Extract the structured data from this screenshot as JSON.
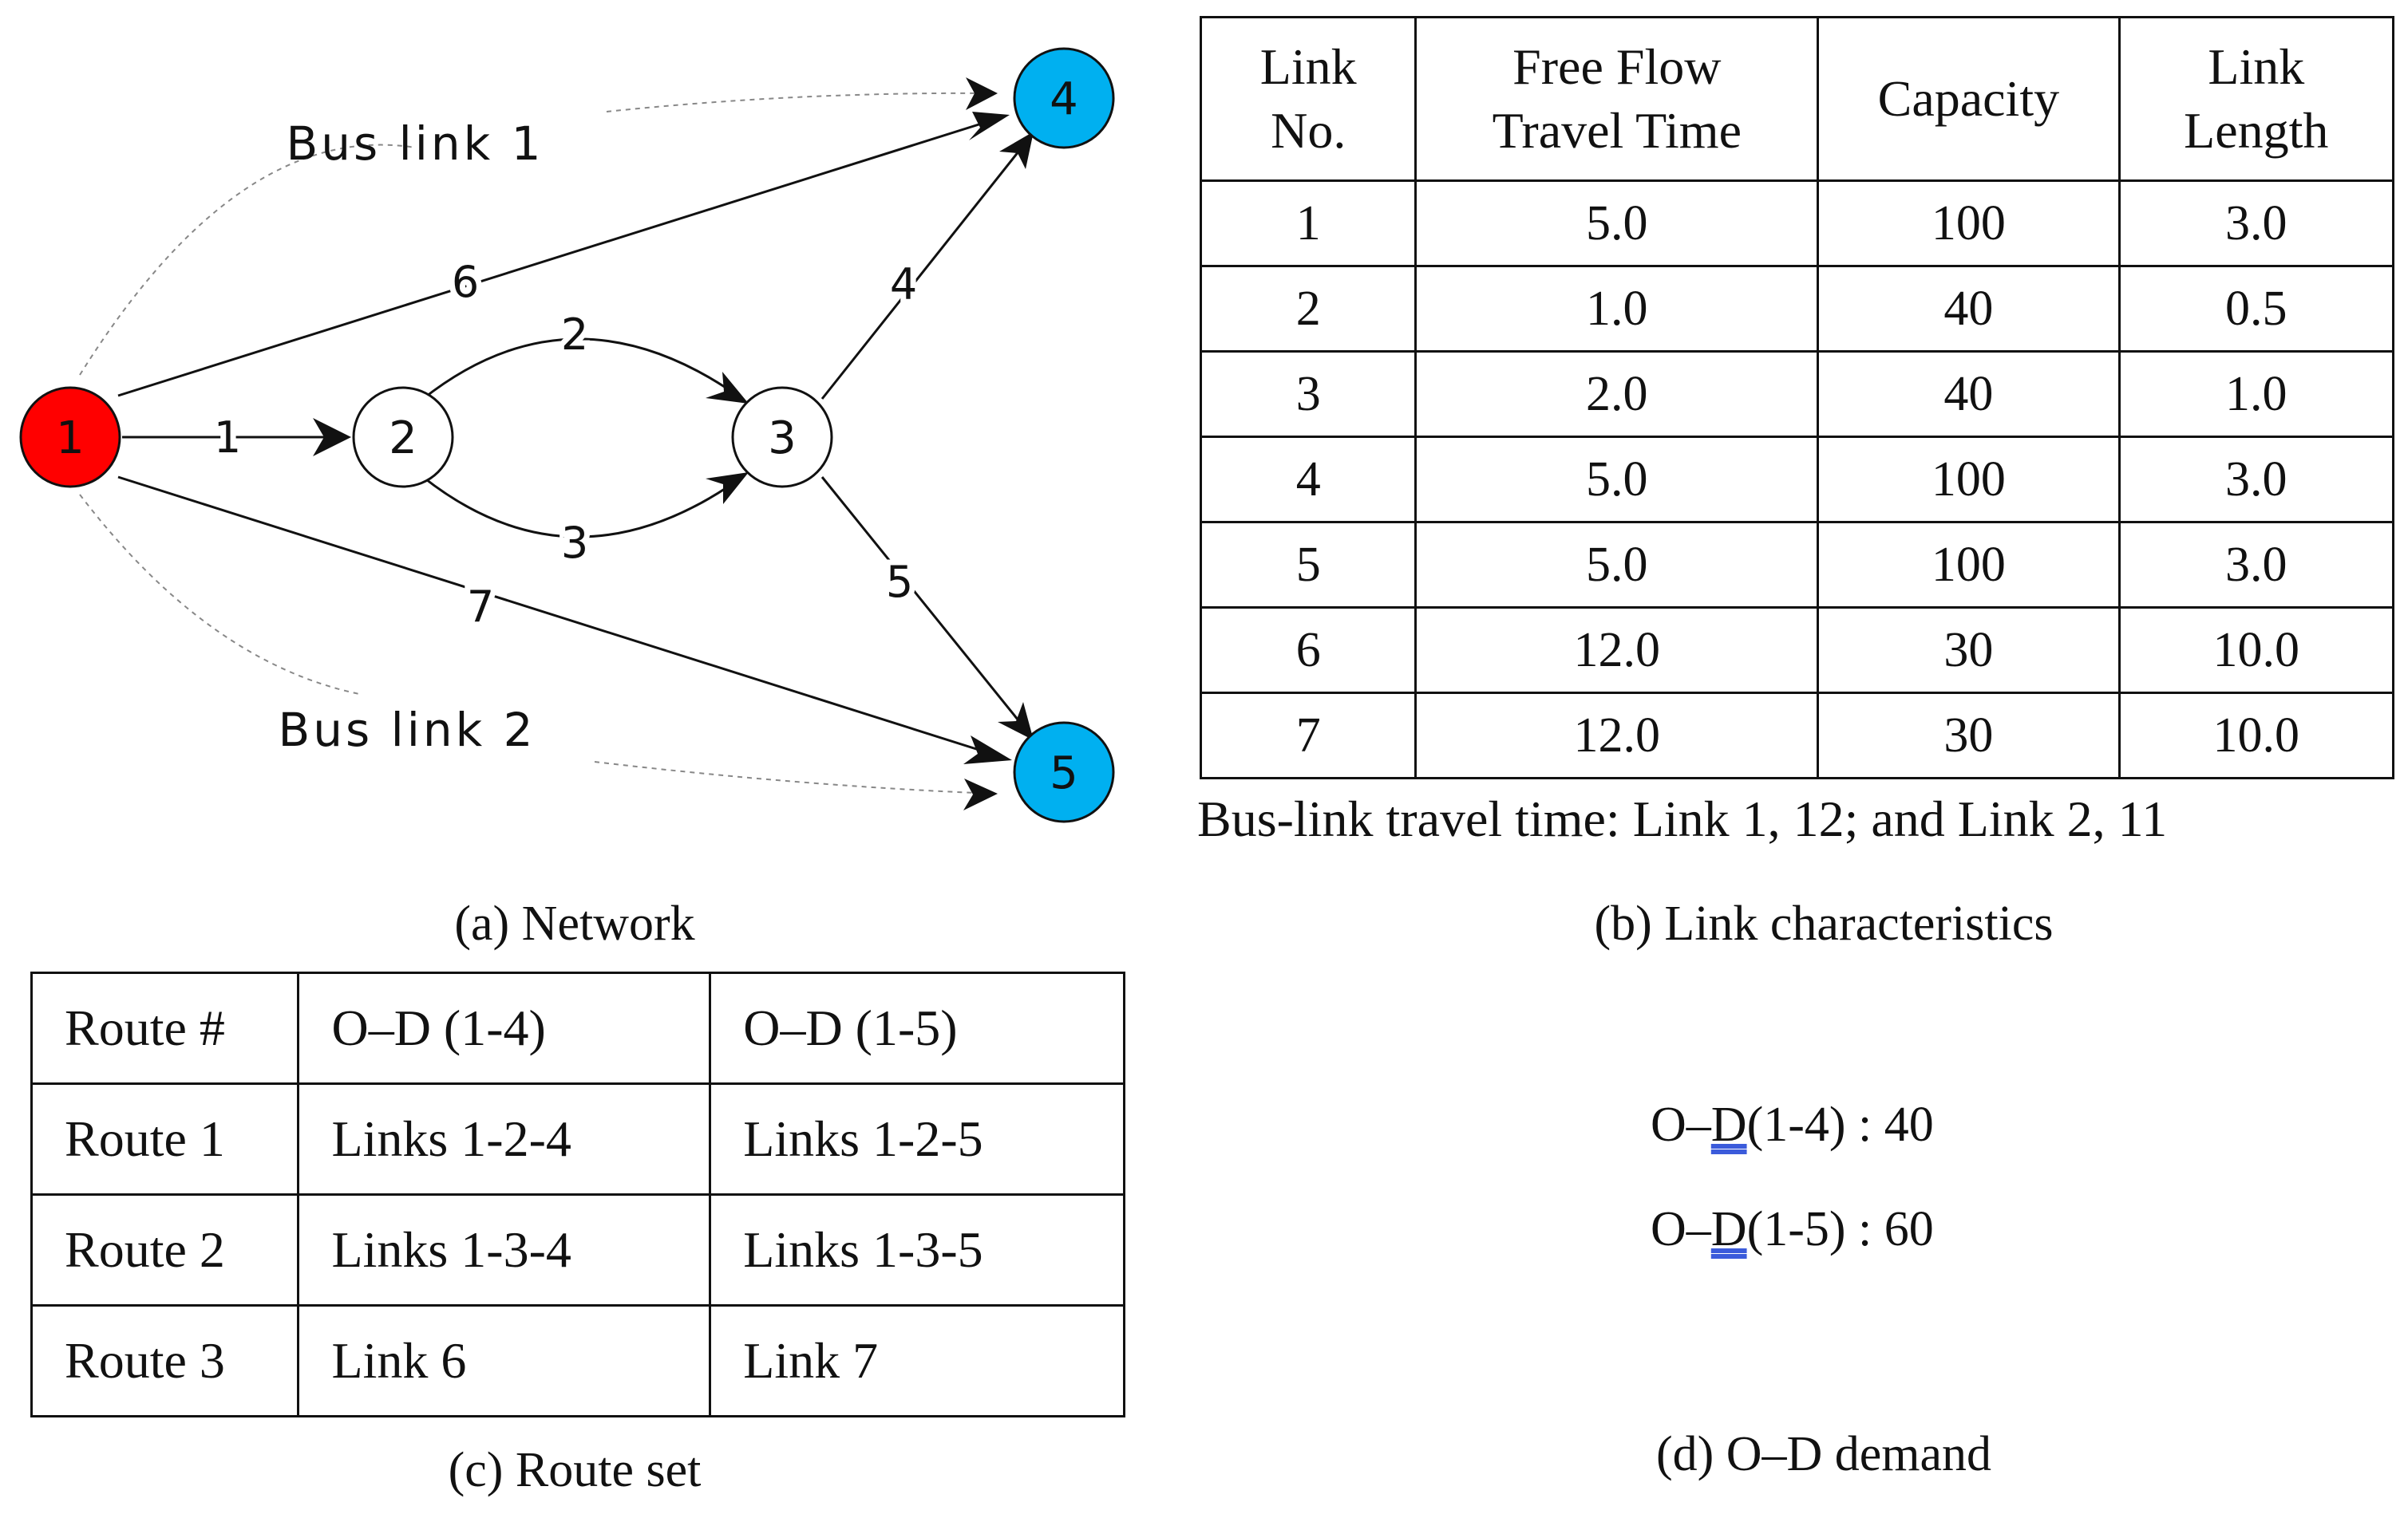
{
  "network": {
    "nodes": [
      {
        "id": "1",
        "role": "origin"
      },
      {
        "id": "2",
        "role": "intermediate"
      },
      {
        "id": "3",
        "role": "intermediate"
      },
      {
        "id": "4",
        "role": "destination"
      },
      {
        "id": "5",
        "role": "destination"
      }
    ],
    "links": [
      {
        "label": "1",
        "from": "1",
        "to": "2"
      },
      {
        "label": "2",
        "from": "2",
        "to": "3"
      },
      {
        "label": "3",
        "from": "2",
        "to": "3"
      },
      {
        "label": "4",
        "from": "3",
        "to": "4"
      },
      {
        "label": "5",
        "from": "3",
        "to": "5"
      },
      {
        "label": "6",
        "from": "1",
        "to": "4"
      },
      {
        "label": "7",
        "from": "1",
        "to": "5"
      }
    ],
    "bus_links": [
      {
        "label": "Bus link 1",
        "from": "1",
        "to": "4"
      },
      {
        "label": "Bus link 2",
        "from": "1",
        "to": "5"
      }
    ],
    "colors": {
      "origin": "#ff0000",
      "destination": "#00b0f0",
      "intermediate": "#ffffff"
    }
  },
  "link_table": {
    "headers": [
      "Link No.",
      "Free Flow Travel Time",
      "Capacity",
      "Link Length"
    ],
    "header_lines": [
      [
        "Link",
        "No."
      ],
      [
        "Free Flow",
        "Travel Time"
      ],
      [
        "Capacity"
      ],
      [
        "Link",
        "Length"
      ]
    ],
    "rows": [
      [
        "1",
        "5.0",
        "100",
        "3.0"
      ],
      [
        "2",
        "1.0",
        "40",
        "0.5"
      ],
      [
        "3",
        "2.0",
        "40",
        "1.0"
      ],
      [
        "4",
        "5.0",
        "100",
        "3.0"
      ],
      [
        "5",
        "5.0",
        "100",
        "3.0"
      ],
      [
        "6",
        "12.0",
        "30",
        "10.0"
      ],
      [
        "7",
        "12.0",
        "30",
        "10.0"
      ]
    ],
    "note": "Bus-link travel time: Link 1, 12; and Link 2, 11"
  },
  "route_table": {
    "headers": [
      "Route #",
      "O–D (1-4)",
      "O–D (1-5)"
    ],
    "rows": [
      [
        "Route 1",
        "Links 1-2-4",
        "Links 1-2-5"
      ],
      [
        "Route 2",
        "Links 1-3-4",
        "Links 1-3-5"
      ],
      [
        "Route 3",
        "Link 6",
        "Link 7"
      ]
    ]
  },
  "od_demand": [
    {
      "prefix": "O–",
      "d": "D",
      "rest": "(1-4) : 40"
    },
    {
      "prefix": "O–",
      "d": "D",
      "rest": "(1-5) : 60"
    }
  ],
  "captions": {
    "a": "(a) Network",
    "b": "(b) Link characteristics",
    "c": "(c) Route set",
    "d": "(d) O–D demand"
  }
}
